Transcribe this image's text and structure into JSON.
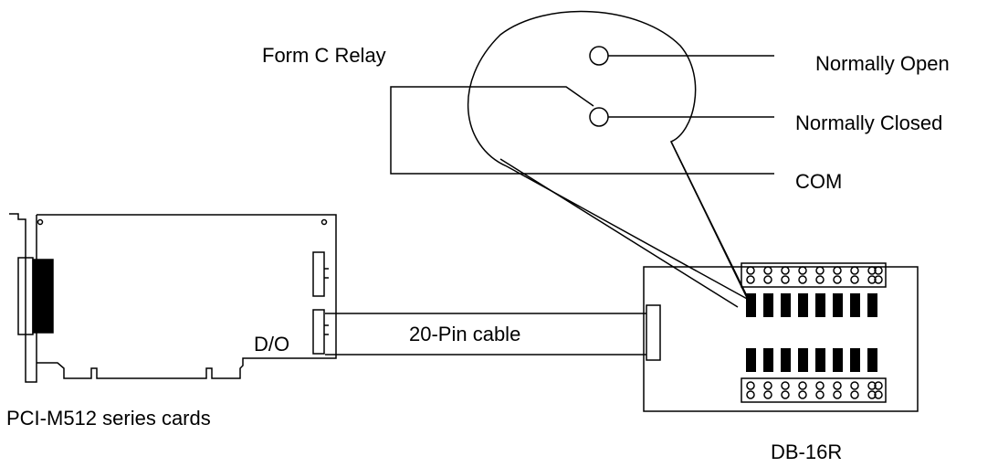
{
  "labels": {
    "form_c_relay": "Form C Relay",
    "normally_open": "Normally Open",
    "normally_closed": "Normally Closed",
    "com": "COM",
    "do_connector": "D/O",
    "cable": "20-Pin cable",
    "pci_card": "PCI-M512 series cards",
    "db16r": "DB-16R"
  },
  "colors": {
    "line": "#000000",
    "background": "#ffffff"
  }
}
